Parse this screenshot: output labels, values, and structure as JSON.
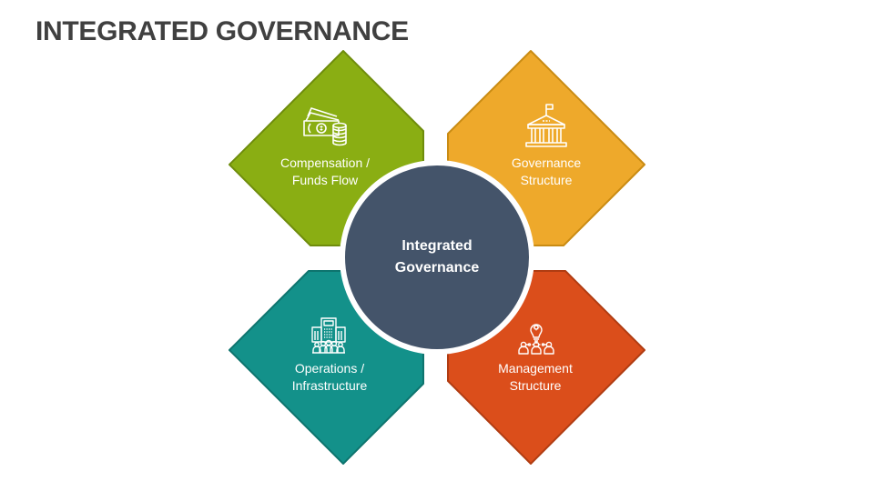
{
  "title": "INTEGRATED GOVERNANCE",
  "center": {
    "line1": "Integrated",
    "line2": "Governance",
    "color": "#44546A"
  },
  "quadrants": [
    {
      "id": "compensation",
      "line1": "Compensation /",
      "line2": "Funds Flow",
      "icon": "money-coins-icon",
      "color": "#8AAE13",
      "border": "#6E8C0C"
    },
    {
      "id": "governance",
      "line1": "Governance",
      "line2": "Structure",
      "icon": "government-building-icon",
      "color": "#EEA92B",
      "border": "#C98B13"
    },
    {
      "id": "operations",
      "line1": "Operations /",
      "line2": "Infrastructure",
      "icon": "office-building-people-icon",
      "color": "#13918A",
      "border": "#0E746E"
    },
    {
      "id": "management",
      "line1": "Management",
      "line2": "Structure",
      "icon": "lightbulb-team-icon",
      "color": "#DB4E1B",
      "border": "#B03C12"
    }
  ]
}
